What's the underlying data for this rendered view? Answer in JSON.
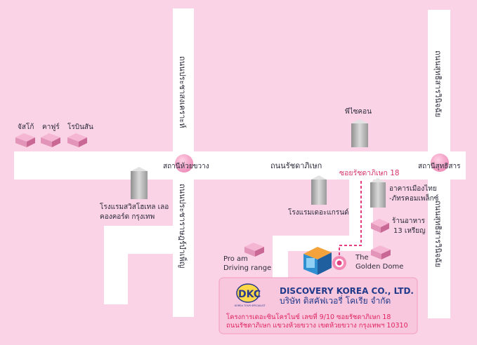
{
  "roads": {
    "main_horizontal": "ถนนรัชดาภิเษก",
    "left_vertical_top": "ถนนประชาสงเคราะห์",
    "left_vertical_bottom": "ถนนประชาราษฎร์บำเพ็ญ",
    "right_vertical_top": "ถนนสุทธิสารวินิจฉัย",
    "right_vertical_bottom": "ถนนสุทธิสารวินิจฉัย",
    "soi": "ซอยรัชดาภิเษก 18"
  },
  "stations": {
    "left": "สถานีห้วยขวาง",
    "right": "สถานีสุทธิสาร"
  },
  "pois": {
    "jusco": "จัสโก้",
    "carrefour": "คาฟูร์",
    "robinson": "โรบินสัน",
    "swissotel_line1": "โรงแรมสวิสโฮเทล เลอ",
    "swissotel_line2": "คองคอร์ด กรุงเทพ",
    "pi_condo": "พีไซคอน",
    "grand_hotel": "โรงแรมเดอะแกรนด์",
    "muangthai_line1": "อาคารเมืองไทย",
    "muangthai_line2": "-ภัทรคอมเพล็กซ์",
    "restaurant_line1": "ร้านอาหาร",
    "restaurant_line2": "13 เหรียญ",
    "proam_line1": "Pro am",
    "proam_line2": "Driving range",
    "golden_line1": "The",
    "golden_line2": "Golden Dome"
  },
  "company": {
    "logo_text": "DKC",
    "logo_tagline": "KOREA TOUR SPECIALIST",
    "name_en": "DISCOVERY KOREA CO., LTD.",
    "name_th": "บริษัท ดิสคัฟเวอรี่ โคเรีย จำกัด",
    "address_line1": "โครงการเดอะซินโครไนซ์ เลขที่ 9/10   ซอยรัชดาภิเษก 18",
    "address_line2": "ถนนรัชดาภิเษก แขวงห้วยขวาง  เขตห้วยขวาง กรุงเทพฯ  10310"
  },
  "colors": {
    "background": "#fbd3e6",
    "road": "#ffffff",
    "station": "#f29cc4",
    "building_pink": "#e9a0c1",
    "building_gray": "#b9b9b9",
    "route": "#e23d7f",
    "text_blue": "#223a8a",
    "text_red": "#e0245e"
  }
}
